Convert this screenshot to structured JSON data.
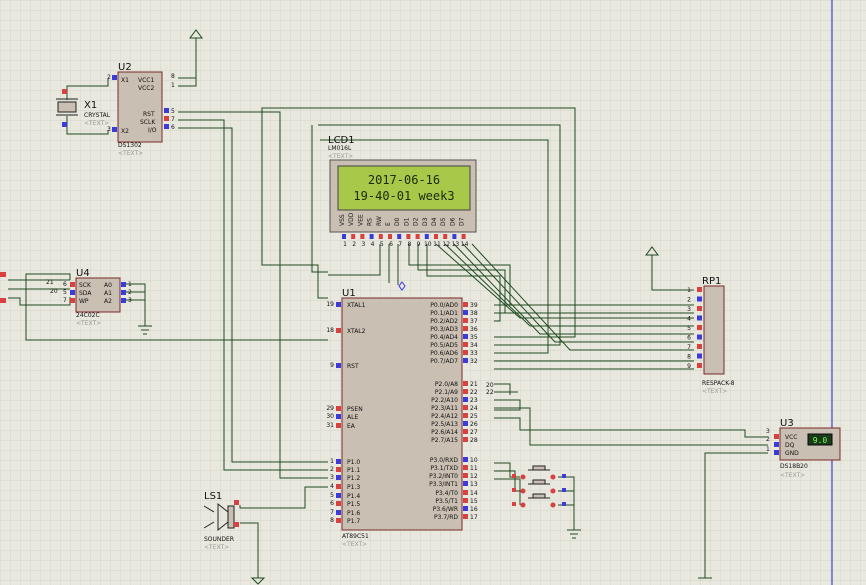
{
  "components": {
    "u2": {
      "ref": "U2",
      "type": "DS1302",
      "text": "<TEXT>",
      "pins_left": [
        "X1",
        "X2"
      ],
      "pins_right": [
        "VCC1",
        "VCC2",
        "RST",
        "SCLK",
        "I/O"
      ],
      "pin_numbers": {
        "p2": "2",
        "p3": "3",
        "p8": "8",
        "p1": "1",
        "p5": "5",
        "p7": "7",
        "p6": "6"
      }
    },
    "x1": {
      "ref": "X1",
      "type": "CRYSTAL",
      "text": "<TEXT>"
    },
    "lcd1": {
      "ref": "LCD1",
      "type": "LM016L",
      "text": "<TEXT>",
      "line1": "2017-06-16",
      "line2": "19-40-01  week3",
      "pin_labels": [
        "VSS",
        "VDD",
        "VEE",
        "RS",
        "RW",
        "E",
        "D0",
        "D1",
        "D2",
        "D3",
        "D4",
        "D5",
        "D6",
        "D7"
      ],
      "pin_numbers": [
        "1",
        "2",
        "3",
        "4",
        "5",
        "6",
        "7",
        "8",
        "9",
        "10",
        "11",
        "12",
        "13",
        "14"
      ]
    },
    "u4": {
      "ref": "U4",
      "type": "24C02C",
      "text": "<TEXT>",
      "pins_left": [
        "SCK",
        "SDA",
        "WP"
      ],
      "pins_right": [
        "A0",
        "A1",
        "A2"
      ],
      "pin_numbers_left": [
        "6",
        "5",
        "7"
      ],
      "pin_numbers_right": [
        "1",
        "2",
        "3"
      ],
      "net_labels": [
        "21",
        "20"
      ]
    },
    "u1": {
      "ref": "U1",
      "type": "AT89C51",
      "text": "<TEXT>",
      "pins_left": [
        "XTAL1",
        "XTAL2",
        "RST",
        "PSEN",
        "ALE",
        "EA",
        "P1.0",
        "P1.1",
        "P1.2",
        "P1.3",
        "P1.4",
        "P1.5",
        "P1.6",
        "P1.7"
      ],
      "pin_numbers_left": [
        "19",
        "18",
        "9",
        "29",
        "30",
        "31",
        "1",
        "2",
        "3",
        "4",
        "5",
        "6",
        "7",
        "8"
      ],
      "pins_right": [
        "P0.0/AD0",
        "P0.1/AD1",
        "P0.2/AD2",
        "P0.3/AD3",
        "P0.4/AD4",
        "P0.5/AD5",
        "P0.6/AD6",
        "P0.7/AD7",
        "P2.0/A8",
        "P2.1/A9",
        "P2.2/A10",
        "P2.3/A11",
        "P2.4/A12",
        "P2.5/A13",
        "P2.6/A14",
        "P2.7/A15",
        "P3.0/RXD",
        "P3.1/TXD",
        "P3.2/INT0",
        "P3.3/INT1",
        "P3.4/T0",
        "P3.5/T1",
        "P3.6/WR",
        "P3.7/RD"
      ],
      "pin_numbers_right": [
        "39",
        "38",
        "37",
        "36",
        "35",
        "34",
        "33",
        "32",
        "21",
        "22",
        "23",
        "24",
        "25",
        "26",
        "27",
        "28",
        "10",
        "11",
        "12",
        "13",
        "14",
        "15",
        "16",
        "17"
      ],
      "net_labels": [
        "20",
        "22"
      ]
    },
    "rp1": {
      "ref": "RP1",
      "type": "RESPACK-8",
      "text": "<TEXT>",
      "pin_numbers": [
        "1",
        "2",
        "3",
        "4",
        "5",
        "6",
        "7",
        "8",
        "9"
      ]
    },
    "u3": {
      "ref": "U3",
      "type": "DS18B20",
      "text": "<TEXT>",
      "pins": [
        "VCC",
        "DQ",
        "GND"
      ],
      "pin_numbers": [
        "3",
        "2",
        "1"
      ],
      "reading": "9.0"
    },
    "ls1": {
      "ref": "LS1",
      "type": "SOUNDER",
      "text": "<TEXT>"
    }
  },
  "colors": {
    "background": "#e8e8df",
    "grid": "#d3d3c8",
    "wire": "#1f4a20",
    "body": "#c9bfb2",
    "outline": "#7a2a2a",
    "lcd_bg": "#a8c84a",
    "lcd_text": "#1a2a08",
    "pin_red": "#d94040",
    "pin_blue": "#3b3bd9",
    "sheet_border": "#2222cc"
  }
}
